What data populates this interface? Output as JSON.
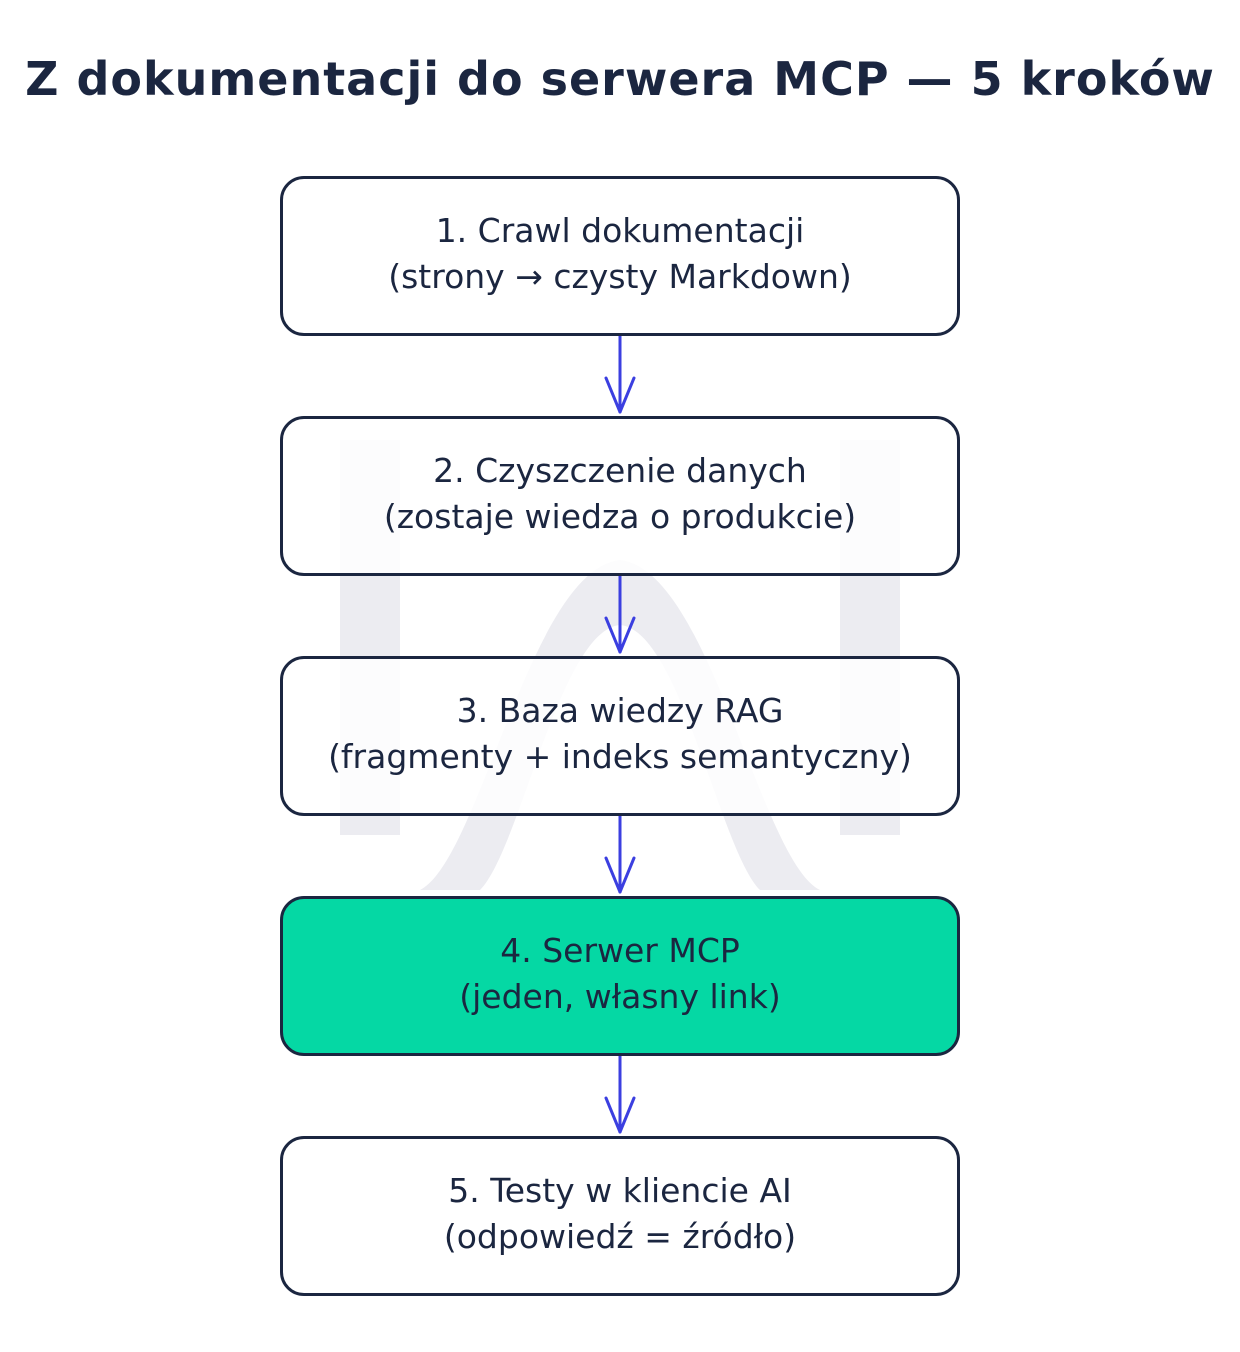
{
  "title": "Z dokumentacji do serwera MCP — 5 kroków",
  "steps": [
    {
      "title": "1. Crawl dokumentacji",
      "desc": "(strony → czysty Markdown)",
      "highlight": false
    },
    {
      "title": "2. Czyszczenie danych",
      "desc": "(zostaje wiedza o produkcie)",
      "highlight": false
    },
    {
      "title": "3. Baza wiedzy RAG",
      "desc": "(fragmenty + indeks semantyczny)",
      "highlight": false
    },
    {
      "title": "4. Serwer MCP",
      "desc": "(jeden, własny link)",
      "highlight": true
    },
    {
      "title": "5. Testy w kliencie AI",
      "desc": "(odpowiedź = źródło)",
      "highlight": false
    }
  ],
  "colors": {
    "border": "#1b2640",
    "arrow": "#3b3fe0",
    "highlight": "#05d8a4",
    "watermark": "#ececf1"
  }
}
